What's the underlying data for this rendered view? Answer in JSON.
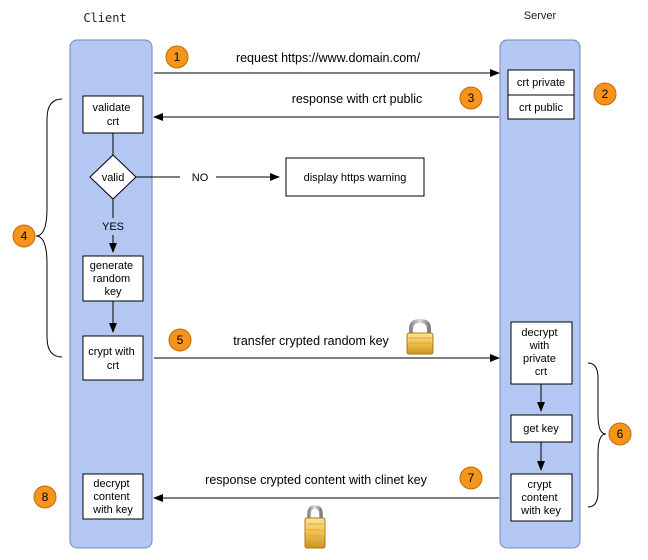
{
  "lanes": {
    "client": "Client",
    "server": "Server"
  },
  "boxes": {
    "validate_crt": [
      "validate",
      "crt"
    ],
    "valid": "valid",
    "display_warning": "display https warning",
    "generate_key": [
      "generate",
      "random",
      "key"
    ],
    "crypt_with_crt": [
      "crypt with",
      "crt"
    ],
    "decrypt_content": [
      "decrypt",
      "content",
      "with key"
    ],
    "crt_private": "crt private",
    "crt_public": "crt public",
    "decrypt_private": [
      "decrypt",
      "with",
      "private",
      "crt"
    ],
    "get_key": "get key",
    "crypt_content": [
      "crypt",
      "content",
      "with key"
    ]
  },
  "labels": {
    "no": "NO",
    "yes": "YES"
  },
  "messages": {
    "request": "request https://www.domain.com/",
    "response_crt": "response with crt public",
    "transfer_key": "transfer crypted random key",
    "response_content": "response crypted content with clinet key"
  },
  "steps": [
    "1",
    "2",
    "3",
    "4",
    "5",
    "6",
    "7",
    "8"
  ],
  "colors": {
    "lane_fill": "#b3c7f2",
    "lane_stroke": "#6f86c6",
    "step_fill": "#f7941d",
    "step_stroke": "#c46a00",
    "line": "#000000"
  },
  "icons": [
    "lock-icon",
    "lock-icon"
  ]
}
